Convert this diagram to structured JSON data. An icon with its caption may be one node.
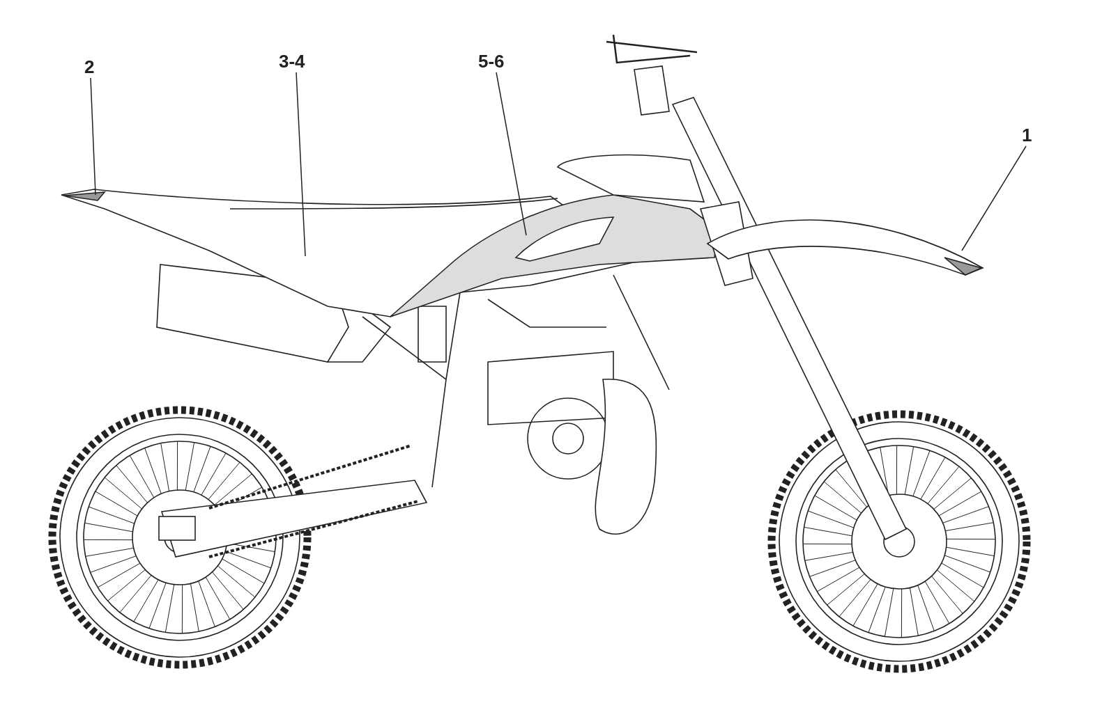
{
  "diagram": {
    "nodes": [
      {
        "text": [
          "2"
        ]
      },
      {
        "text": [
          "3-4"
        ]
      },
      {
        "text": [
          "5-6"
        ]
      },
      {
        "text": [
          "1"
        ]
      }
    ],
    "edges": [
      {
        "from": 0,
        "to": null,
        "arrow": "none"
      },
      {
        "from": 1,
        "to": null,
        "arrow": "none"
      },
      {
        "from": 2,
        "to": null,
        "arrow": "none"
      },
      {
        "from": 3,
        "to": null,
        "arrow": "none"
      }
    ]
  }
}
